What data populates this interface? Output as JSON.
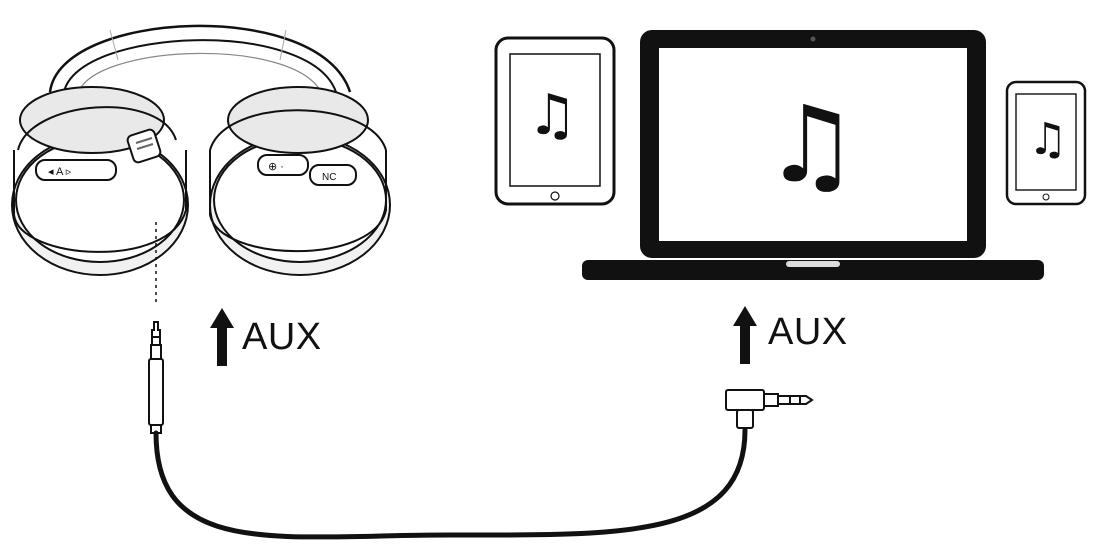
{
  "labels": {
    "left_aux": "AUX",
    "right_aux": "AUX"
  },
  "icons": {
    "arrow": "up-arrow",
    "note": "music-note-icon",
    "note_glyph": "♫"
  },
  "devices": [
    "headphones",
    "tablet",
    "laptop",
    "phone"
  ],
  "colors": {
    "line": "#111111",
    "background": "#ffffff",
    "screen_bg": "#ffffff",
    "earcup_shadow": "#e6e6e6"
  }
}
